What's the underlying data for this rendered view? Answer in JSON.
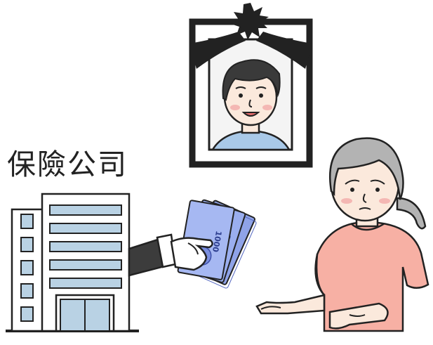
{
  "caption": {
    "label": "保險公司"
  },
  "banknotes": {
    "denomination": "1000"
  },
  "colors": {
    "outline": "#222222",
    "building_window": "#b9d2e4",
    "skin": "#fbe9dc",
    "cheek": "#f4b7b3",
    "shirt_elder": "#f7b0a4",
    "shirt_son": "#a9c9e8",
    "hair_elder": "#b3b3b3",
    "hair_son": "#3a3a3a",
    "banknote": "#8fa3e8",
    "sleeve": "#3c3c3c",
    "portrait_bg": "#f4f4f4"
  },
  "icons": {
    "portrait": "memorial-portrait",
    "building": "office-building",
    "money": "banknotes-stack"
  }
}
